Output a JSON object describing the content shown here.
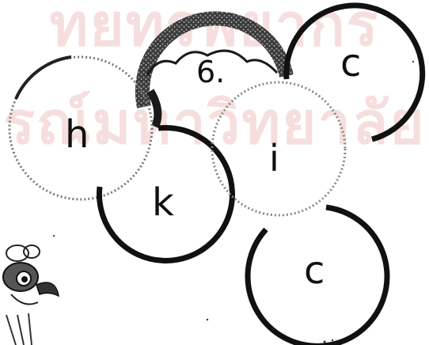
{
  "watermark": {
    "line1": "ทยทรพยากร",
    "line2": "รณ์มหาวิทยาลัย"
  },
  "puzzle": {
    "number": "6.",
    "letters": {
      "h": "h",
      "k": "k",
      "i": "i",
      "c_top": "c",
      "c_bottom": "c"
    }
  },
  "colors": {
    "ink": "#111111",
    "watermark": "#f6dede"
  }
}
